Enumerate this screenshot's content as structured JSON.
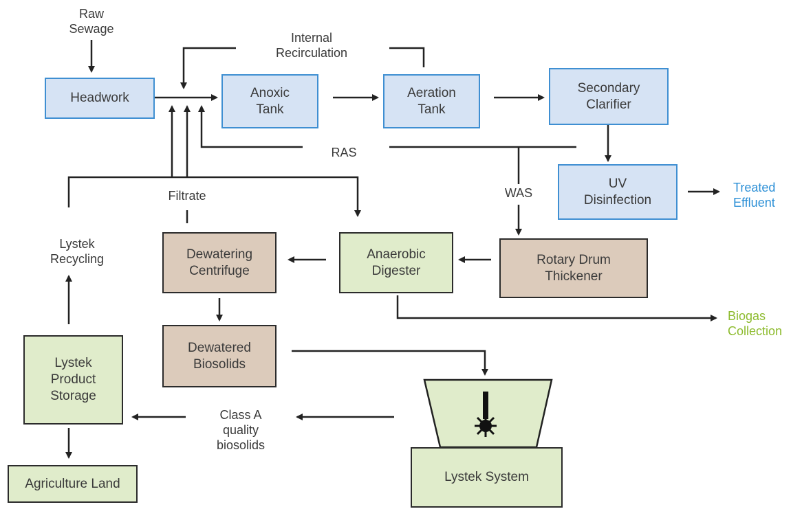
{
  "boxes": {
    "headwork": "Headwork",
    "anoxic": "Anoxic\nTank",
    "aeration": "Aeration\nTank",
    "clarifier": "Secondary\nClarifier",
    "uv": "UV\nDisinfection",
    "dewatering": "Dewatering\nCentrifuge",
    "digester": "Anaerobic\nDigester",
    "thickener": "Rotary Drum\nThickener",
    "dewatered": "Dewatered\nBiosolids",
    "storage": "Lystek\nProduct\nStorage",
    "agriculture": "Agriculture Land",
    "lystek_system": "Lystek System"
  },
  "labels": {
    "raw_sewage": "Raw\nSewage",
    "internal_recirculation": "Internal\nRecirculation",
    "ras": "RAS",
    "was": "WAS",
    "filtrate": "Filtrate",
    "lystek_recycling": "Lystek\nRecycling",
    "class_a": "Class A\nquality\nbiosolids",
    "treated_effluent": "Treated\nEffluent",
    "biogas_collection": "Biogas\nCollection"
  },
  "colors": {
    "process_blue_fill": "#d6e3f4",
    "process_blue_border": "#3f8fd2",
    "solids_tan_fill": "#dccbbb",
    "lystek_green_fill": "#e0eccb",
    "treated_effluent_text": "#2b8fd6",
    "biogas_text": "#8dbb2e"
  }
}
